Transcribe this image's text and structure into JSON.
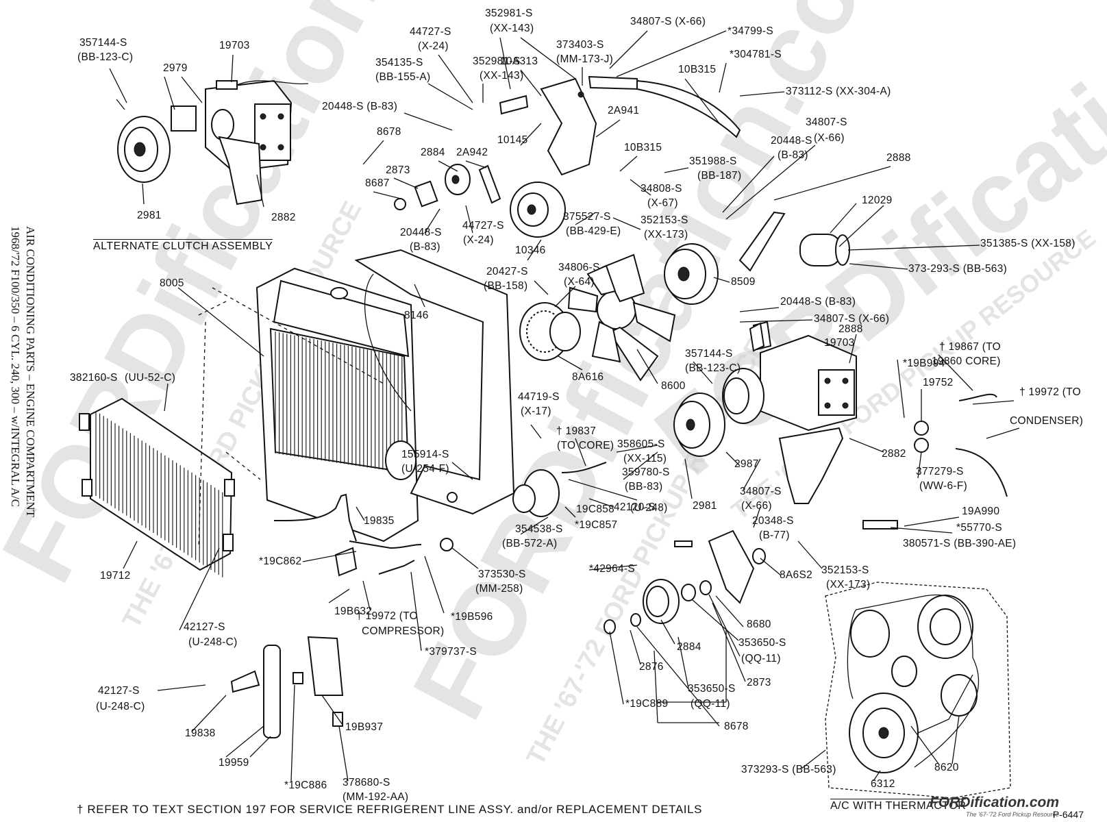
{
  "sidebar": {
    "line1": "AIR CONDITIONING PARTS – ENGINE COMPARTMENT",
    "line2": "1968/'72 F100/350 – 6 CYL. 240, 300 – w/INTEGRAL A/C"
  },
  "captions": {
    "alternate_clutch": "ALTERNATE CLUTCH ASSEMBLY",
    "thermactor": "A/C WITH THERMACTOR"
  },
  "footnote": "† REFER TO TEXT SECTION 197 FOR SERVICE REFRIGERENT LINE ASSY. and/or REPLACEMENT DETAILS",
  "page_number": "P-6447",
  "logo": {
    "main": "FORDification.com",
    "sub": "The '67-'72 Ford Pickup Resource"
  },
  "watermarks": [
    "FORDification.com",
    "THE '67-'72 FORD PICKUP RESOURCE"
  ],
  "labels": [
    "357144-S",
    "(BB-123-C)",
    "19703",
    "2979",
    "2981",
    "2882",
    "44727-S",
    "(X-24)",
    "352981-S",
    "(XX-143)",
    "373403-S",
    "(MM-173-J)",
    "34807-S (X-66)",
    "*34799-S",
    "10A313",
    "354135-S",
    "(BB-155-A)",
    "352981-S",
    "(XX-143)",
    "10B315",
    "*304781-S",
    "373112-S (XX-304-A)",
    "20448-S (B-83)",
    "2A941",
    "8678",
    "2884",
    "2A942",
    "10145",
    "20448-S",
    "(B-83)",
    "34807-S",
    "(X-66)",
    "2888",
    "2873",
    "10B315",
    "351988-S",
    "(BB-187)",
    "8687",
    "34808-S",
    "(X-67)",
    "12029",
    "20448-S",
    "(B-83)",
    "44727-S",
    "(X-24)",
    "375527-S",
    "(BB-429-E)",
    "352153-S",
    "(XX-173)",
    "351385-S (XX-158)",
    "10346",
    "373-293-S (BB-563)",
    "8005",
    "20427-S",
    "(BB-158)",
    "34806-S",
    "(X-64)",
    "8509",
    "8146",
    "20448-S (B-83)",
    "34807-S (X-66)",
    "2888",
    "19703",
    "357144-S",
    "(BB-123-C)",
    "*19B994",
    "† 19867 (TO",
    "19860 CORE)",
    "382160-S",
    "(UU-52-C)",
    "8A616",
    "8600",
    "19752",
    "† 19972 (TO",
    "CONDENSER)",
    "44719-S",
    "(X-17)",
    "† 19837",
    "(TO CORE)",
    "358605-S",
    "(XX-115)",
    "155914-S",
    "(U-254-F)",
    "2987",
    "2882",
    "359780-S",
    "(BB-83)",
    "377279-S",
    "(WW-6-F)",
    "34807-S",
    "(X-66)",
    "2981",
    "42120-S",
    "(U-248)",
    "19C858",
    "*19C857",
    "354538-S",
    "(BB-572-A)",
    "19835",
    "20348-S",
    "(B-77)",
    "19A990",
    "*55770-S",
    "380571-S (BB-390-AE)",
    "373530-S",
    "(MM-258)",
    "*19C862",
    "19712",
    "19B632",
    "*19B596",
    "*42964-S",
    "352153-S",
    "(XX-173)",
    "8A6S2",
    "42127-S",
    "(U-248-C)",
    "† 19972 (TO",
    "COMPRESSOR)",
    "*379737-S",
    "2884",
    "8680",
    "353650-S",
    "(QQ-11)",
    "2876",
    "2873",
    "42127-S",
    "(U-248-C)",
    "*19C889",
    "353650-S",
    "(QQ-11)",
    "8678",
    "19838",
    "19B937",
    "19959",
    "378680-S",
    "(MM-192-AA)",
    "*19C886",
    "373293-S (BB-563)",
    "8620",
    "6312"
  ]
}
